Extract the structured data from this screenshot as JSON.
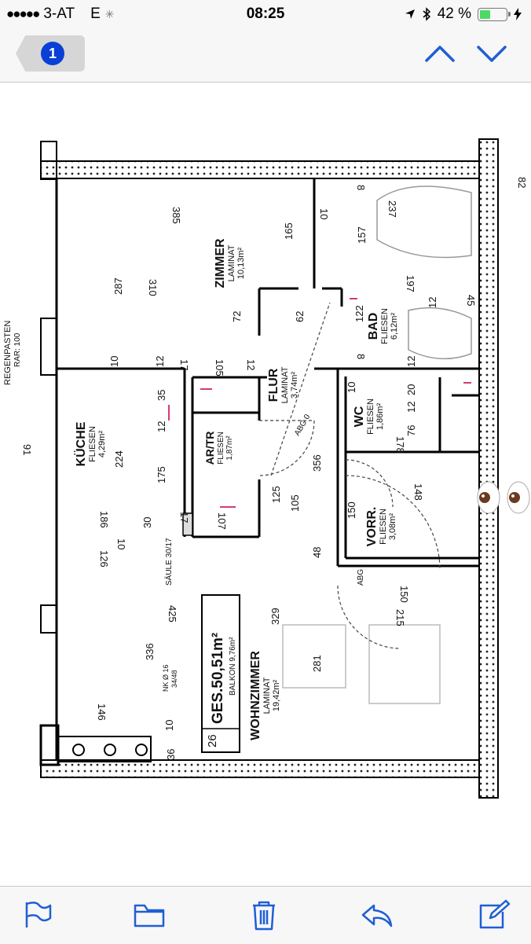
{
  "status_bar": {
    "carrier": "3-AT",
    "network": "E",
    "time": "08:25",
    "battery": "42 %",
    "battery_level": 0.42
  },
  "nav": {
    "back_badge": "1"
  },
  "plan": {
    "scale_label": "REGENPASTEN",
    "scale_sub": "RAR: 100",
    "zimmer": {
      "name": "ZIMMER",
      "floor": "LAMINAT",
      "area": "10,13m²"
    },
    "bad": {
      "name": "BAD",
      "floor": "FLIESEN",
      "area": "6,12m²"
    },
    "flur": {
      "name": "FLUR",
      "floor": "LAMINAT",
      "area": "3,74m²"
    },
    "kueche": {
      "name": "KÜCHE",
      "floor": "FLIESEN",
      "area": "4,29m²"
    },
    "abstr": {
      "name": "AR/TR",
      "floor": "FLIESEN",
      "area": "1,87m²"
    },
    "wc": {
      "name": "WC",
      "floor": "FLIESEN",
      "area": "1,86m²"
    },
    "vorr": {
      "name": "VORR.",
      "floor": "FLIESEN",
      "area": "3,08m²"
    },
    "wohn": {
      "name": "WOHNZIMMER",
      "floor": "LAMINAT",
      "area": "19,42m²"
    },
    "total_num": "26",
    "total": "GES.50,51m²",
    "balkon": "BALKON 9,76m²",
    "saeule": "SÄULE 30/17",
    "nk1": "NK Ø 16",
    "nk2": "34/48",
    "dims": {
      "d385": "385",
      "d310": "310",
      "d287": "287",
      "d165": "165",
      "d72": "72",
      "d62": "62",
      "d237": "237",
      "d157": "157",
      "d197": "197",
      "d122": "122",
      "d45": "45",
      "d12a": "12",
      "d10a": "10",
      "d12b": "12",
      "d17": "17",
      "d105a": "105",
      "d12c": "12",
      "d12d": "12",
      "d35": "35",
      "d12e": "12",
      "d175": "175",
      "d224": "224",
      "d186": "186",
      "d10b": "10",
      "d126": "126",
      "d30": "30",
      "d17b": "17",
      "d107": "107",
      "d105b": "105",
      "d125": "125",
      "d356": "356",
      "d48": "48",
      "d10c": "10",
      "d76": "76",
      "d12f": "12",
      "d20": "20",
      "d178": "178",
      "d148": "148",
      "d150a": "150",
      "d150b": "150",
      "d215": "215",
      "d425": "425",
      "d336": "336",
      "d329": "329",
      "d281": "281",
      "d146": "146",
      "d10d": "10",
      "d36": "36",
      "d8a": "8",
      "d8b": "8",
      "d10e": "10",
      "abg1": "ABG 0",
      "abg2": "ABG",
      "d91": "91",
      "d82": "82"
    }
  },
  "icons": {
    "flag": "flag-icon",
    "folder": "folder-icon",
    "trash": "trash-icon",
    "reply": "reply-icon",
    "compose": "compose-icon"
  },
  "colors": {
    "accent": "#1f5fd6",
    "badge": "#0a3fd6",
    "battery": "#4cd964"
  }
}
